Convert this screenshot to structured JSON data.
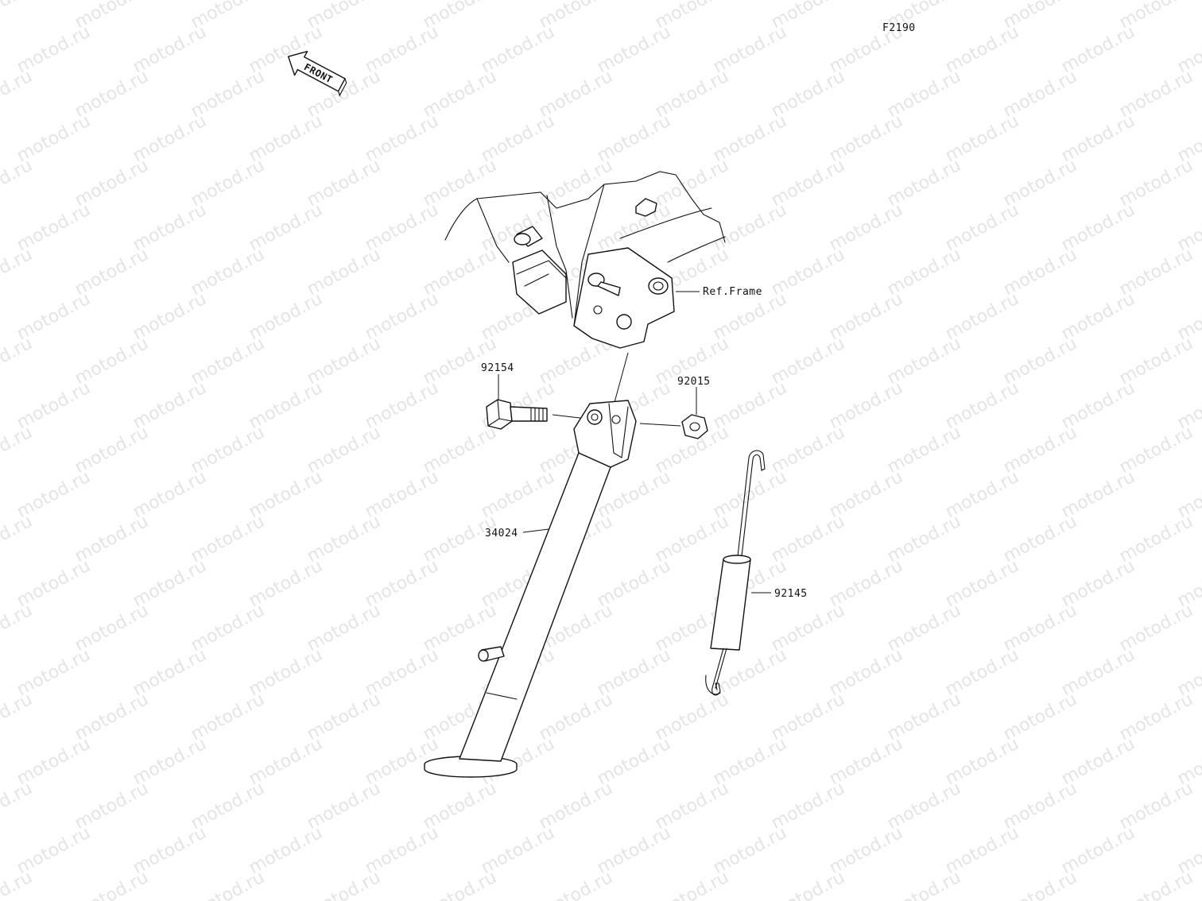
{
  "figure_code": "F2190",
  "watermark_text": "motod.ru",
  "front_arrow_label": "FRONT",
  "callouts": {
    "ref_frame": "Ref.Frame",
    "bolt": "92154",
    "nut": "92015",
    "side_stand": "34024",
    "spring": "92145"
  },
  "colors": {
    "line": "#111111",
    "watermark": "#e4e4e4",
    "background": "#ffffff"
  }
}
